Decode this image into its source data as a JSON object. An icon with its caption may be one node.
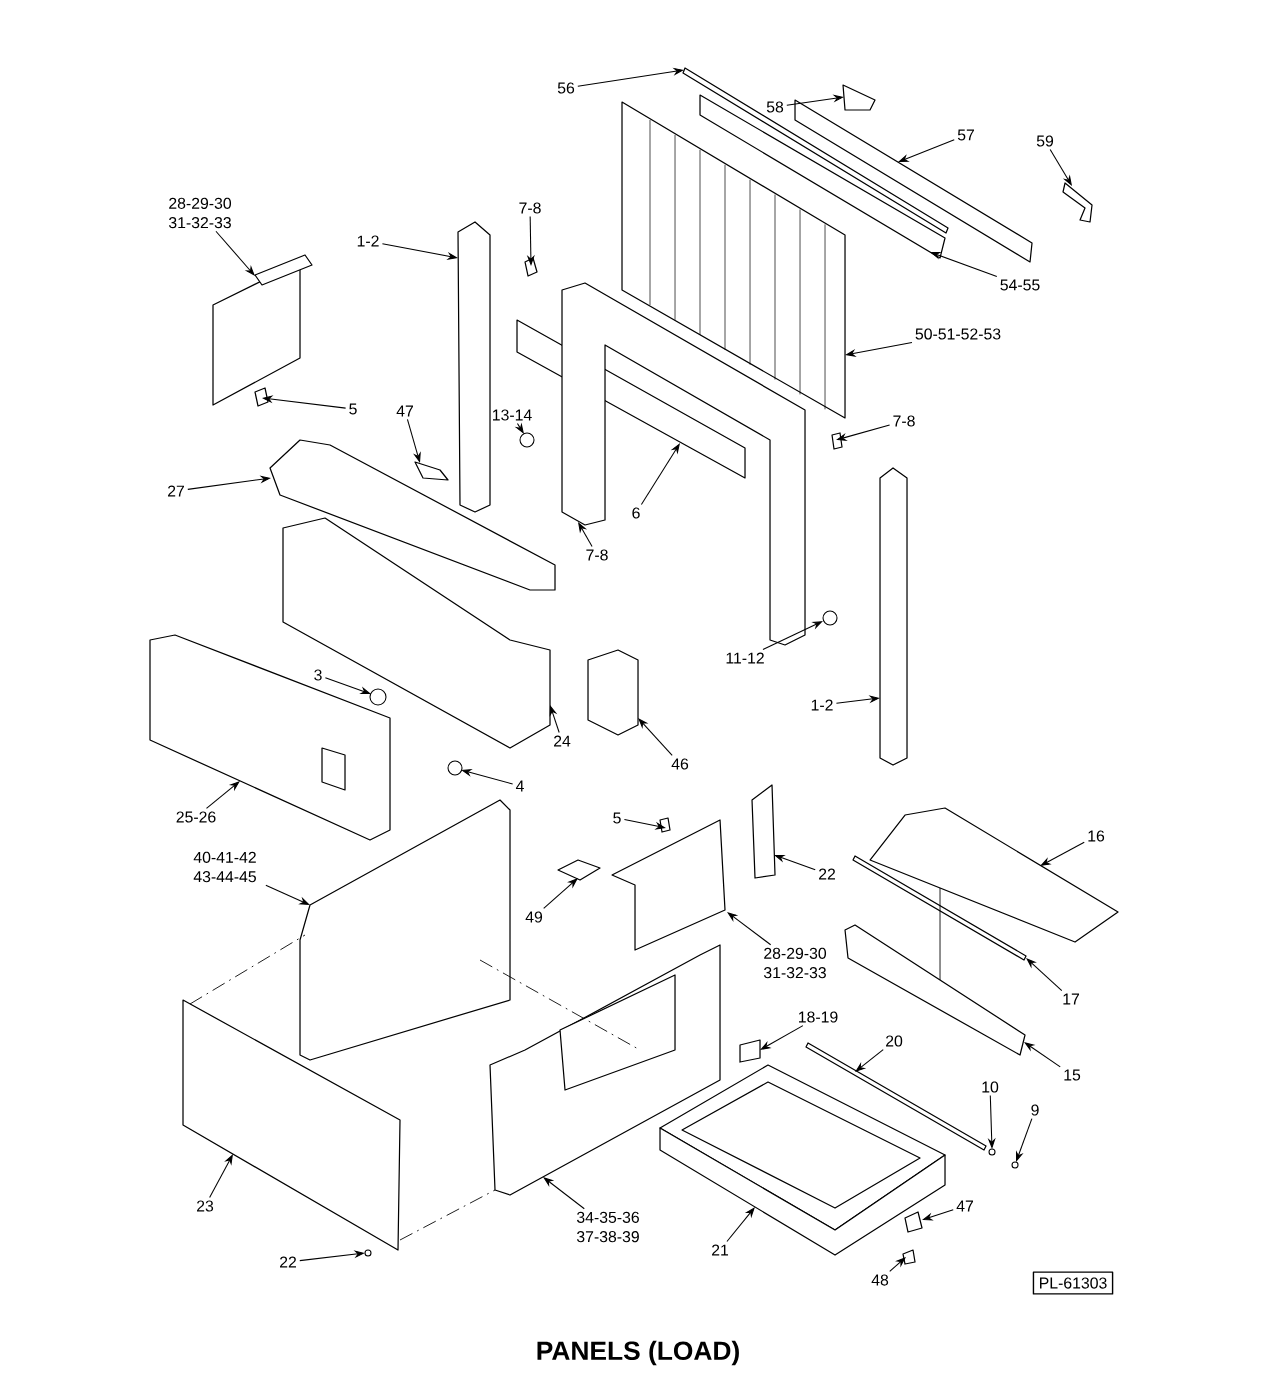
{
  "diagram": {
    "title": "PANELS (LOAD)",
    "nodes": [
      {
        "text": [
          "56"
        ]
      },
      {
        "text": [
          "58"
        ]
      },
      {
        "text": [
          "57"
        ]
      },
      {
        "text": [
          "59"
        ]
      },
      {
        "text": [
          "28-29-30 31-32-33"
        ]
      },
      {
        "text": [
          "7-8"
        ]
      },
      {
        "text": [
          "1-2"
        ]
      },
      {
        "text": [
          "54-55"
        ]
      },
      {
        "text": [
          "50-51-52-53"
        ]
      },
      {
        "text": [
          "5"
        ]
      },
      {
        "text": [
          "47"
        ]
      },
      {
        "text": [
          "13-14"
        ]
      },
      {
        "text": [
          "7-8"
        ]
      },
      {
        "text": [
          "27"
        ]
      },
      {
        "text": [
          "6"
        ]
      },
      {
        "text": [
          "7-8"
        ]
      },
      {
        "text": [
          "11-12"
        ]
      },
      {
        "text": [
          "3"
        ]
      },
      {
        "text": [
          "1-2"
        ]
      },
      {
        "text": [
          "24"
        ]
      },
      {
        "text": [
          "46"
        ]
      },
      {
        "text": [
          "4"
        ]
      },
      {
        "text": [
          "25-26"
        ]
      },
      {
        "text": [
          "5"
        ]
      },
      {
        "text": [
          "16"
        ]
      },
      {
        "text": [
          "40-41-42 43-44-45"
        ]
      },
      {
        "text": [
          "22"
        ]
      },
      {
        "text": [
          "49"
        ]
      },
      {
        "text": [
          "28-29-30 31-32-33"
        ]
      },
      {
        "text": [
          "17"
        ]
      },
      {
        "text": [
          "18-19"
        ]
      },
      {
        "text": [
          "20"
        ]
      },
      {
        "text": [
          "15"
        ]
      },
      {
        "text": [
          "10"
        ]
      },
      {
        "text": [
          "9"
        ]
      },
      {
        "text": [
          "23"
        ]
      },
      {
        "text": [
          "34-35-36 37-38-39"
        ]
      },
      {
        "text": [
          "47"
        ]
      },
      {
        "text": [
          "21"
        ]
      },
      {
        "text": [
          "48"
        ]
      },
      {
        "text": [
          "22"
        ]
      },
      {
        "text": [
          "PL-61303"
        ]
      },
      {
        "text": [],
        "shape": "picture"
      },
      {
        "text": [],
        "shape": "picture"
      },
      {
        "text": [],
        "shape": "picture"
      },
      {
        "text": [],
        "shape": "picture"
      },
      {
        "text": [],
        "shape": "picture"
      },
      {
        "text": [],
        "shape": "picture"
      },
      {
        "text": [],
        "shape": "box"
      },
      {
        "text": [],
        "shape": "picture"
      },
      {
        "text": [],
        "shape": "picture"
      },
      {
        "text": [],
        "shape": "picture"
      },
      {
        "text": [],
        "shape": "picture"
      },
      {
        "text": [],
        "shape": "circle"
      },
      {
        "text": [],
        "shape": "box"
      },
      {
        "text": [],
        "shape": "picture"
      },
      {
        "text": [],
        "shape": "picture"
      },
      {
        "text": [],
        "shape": "picture"
      },
      {
        "text": [],
        "shape": "circle"
      },
      {
        "text": [],
        "shape": "circle"
      },
      {
        "text": [],
        "shape": "box"
      },
      {
        "text": [],
        "shape": "picture"
      },
      {
        "text": [],
        "shape": "box"
      },
      {
        "text": [],
        "shape": "circle"
      },
      {
        "text": [],
        "shape": "picture"
      },
      {
        "text": [],
        "shape": "box"
      },
      {
        "text": [],
        "shape": "picture"
      },
      {
        "text": [],
        "shape": "picture"
      },
      {
        "text": [],
        "shape": "box"
      },
      {
        "text": [],
        "shape": "picture"
      },
      {
        "text": [],
        "shape": "picture"
      },
      {
        "text": [],
        "shape": "picture"
      },
      {
        "text": [],
        "shape": "box"
      },
      {
        "text": [],
        "shape": "picture"
      },
      {
        "text": [],
        "shape": "picture"
      },
      {
        "text": [],
        "shape": "circle"
      },
      {
        "text": [],
        "shape": "circle"
      },
      {
        "text": [],
        "shape": "picture"
      },
      {
        "text": [],
        "shape": "picture"
      },
      {
        "text": [],
        "shape": "picture"
      },
      {
        "text": [],
        "shape": "picture"
      },
      {
        "text": [],
        "shape": "box"
      },
      {
        "text": [],
        "shape": "circle"
      }
    ],
    "edges": [
      {
        "from": 0,
        "to": 42,
        "arrow": "to"
      },
      {
        "from": 1,
        "to": 43,
        "arrow": "to"
      },
      {
        "from": 2,
        "to": 44,
        "arrow": "to"
      },
      {
        "from": 3,
        "to": 45,
        "arrow": "to"
      },
      {
        "from": 4,
        "to": 46,
        "arrow": "to"
      },
      {
        "from": 5,
        "to": 47,
        "arrow": "to"
      },
      {
        "from": 6,
        "to": 48,
        "arrow": "to"
      },
      {
        "from": 7,
        "to": 49,
        "arrow": "to"
      },
      {
        "from": 8,
        "to": 50,
        "arrow": "to"
      },
      {
        "from": 9,
        "to": 51,
        "arrow": "to"
      },
      {
        "from": 10,
        "to": 52,
        "arrow": "to"
      },
      {
        "from": 11,
        "to": 53,
        "arrow": "to"
      },
      {
        "from": 12,
        "to": 54,
        "arrow": "to"
      },
      {
        "from": 13,
        "to": 55,
        "arrow": "to"
      },
      {
        "from": 14,
        "to": 56,
        "arrow": "to"
      },
      {
        "from": 15,
        "to": 57,
        "arrow": "to"
      },
      {
        "from": 16,
        "to": 58,
        "arrow": "to"
      },
      {
        "from": 17,
        "to": 59,
        "arrow": "to"
      },
      {
        "from": 18,
        "to": 60,
        "arrow": "to"
      },
      {
        "from": 19,
        "to": 61,
        "arrow": "to"
      },
      {
        "from": 20,
        "to": 62,
        "arrow": "to"
      },
      {
        "from": 21,
        "to": 63,
        "arrow": "to"
      },
      {
        "from": 22,
        "to": 64,
        "arrow": "to"
      },
      {
        "from": 23,
        "to": 65,
        "arrow": "to"
      },
      {
        "from": 24,
        "to": 66,
        "arrow": "to"
      },
      {
        "from": 25,
        "to": 67,
        "arrow": "to"
      },
      {
        "from": 26,
        "to": 68,
        "arrow": "to"
      },
      {
        "from": 27,
        "to": 69,
        "arrow": "to"
      },
      {
        "from": 28,
        "to": 70,
        "arrow": "to"
      },
      {
        "from": 29,
        "to": 71,
        "arrow": "to"
      },
      {
        "from": 30,
        "to": 72,
        "arrow": "to"
      },
      {
        "from": 31,
        "to": 73,
        "arrow": "to"
      },
      {
        "from": 32,
        "to": 74,
        "arrow": "to"
      },
      {
        "from": 33,
        "to": 75,
        "arrow": "to"
      },
      {
        "from": 34,
        "to": 76,
        "arrow": "to"
      },
      {
        "from": 35,
        "to": 77,
        "arrow": "to"
      },
      {
        "from": 36,
        "to": 78,
        "arrow": "to"
      },
      {
        "from": 37,
        "to": 79,
        "arrow": "to"
      },
      {
        "from": 38,
        "to": 80,
        "arrow": "to"
      },
      {
        "from": 39,
        "to": 81,
        "arrow": "to"
      },
      {
        "from": 40,
        "to": 82,
        "arrow": "to"
      },
      {
        "from": 77,
        "to": 67,
        "arrow": "none",
        "style": "dashed"
      },
      {
        "from": 67,
        "to": 78,
        "arrow": "none",
        "style": "dashed"
      },
      {
        "from": 77,
        "to": 78,
        "arrow": "none",
        "style": "dashed"
      },
      {
        "from": 66,
        "to": 74,
        "arrow": "none"
      }
    ]
  }
}
